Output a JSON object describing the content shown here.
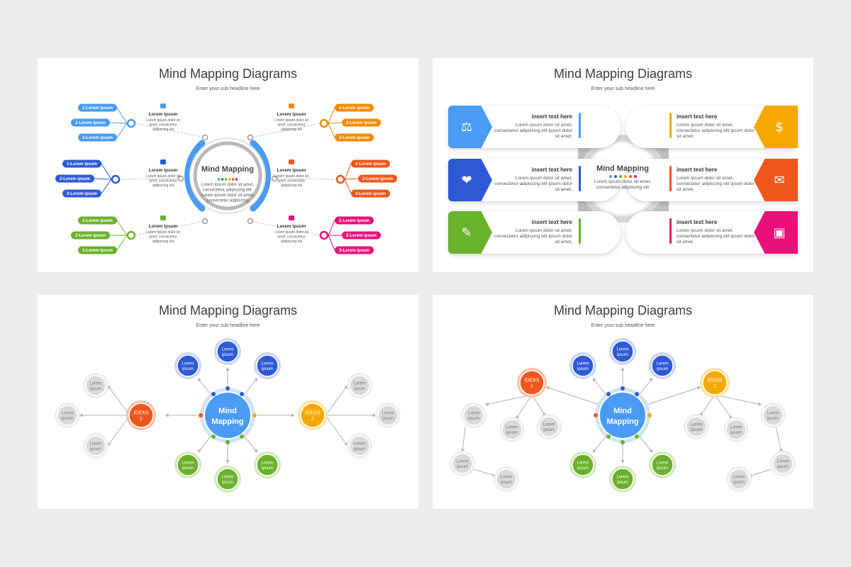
{
  "slide_title": "Mind Mapping Diagrams",
  "slide_subtitle": "Enter your sub headline here",
  "colors": {
    "blue": "#4a9bf3",
    "darkblue": "#2f5ad6",
    "green": "#6ab12c",
    "orange": "#f28c00",
    "yellow": "#f6a800",
    "red": "#f0561b",
    "pink": "#e8117c",
    "gray": "#c7c7c7"
  },
  "slide1": {
    "center_title": "Mind Mapping",
    "center_text": "Lorem ipsum dolor sit amet, consectetur adipiscing elit. Lorem ipsum dolor sit amet, consectetur adipiscing",
    "branches": [
      {
        "title": "Lorem Ipsum",
        "text": "Lorem ipsum dolor sit amet, consectetur adipiscing elit",
        "icon": "pencil-icon",
        "items": [
          "1-Lorem ipsum",
          "2-Lorem ipsum",
          "3-Lorem ipsum"
        ]
      },
      {
        "title": "Lorem Ipsum",
        "text": "Lorem ipsum dolor sit amet, consectetur adipiscing elit",
        "icon": "globe-icon",
        "items": [
          "1-Lorem ipsum",
          "2-Lorem ipsum",
          "3-Lorem ipsum"
        ]
      },
      {
        "title": "Lorem Ipsum",
        "text": "Lorem ipsum dolor sit amet, consectetur adipiscing elit",
        "icon": "leaf-icon",
        "items": [
          "1-Lorem ipsum",
          "2-Lorem ipsum",
          "3-Lorem ipsum"
        ]
      },
      {
        "title": "Lorem Ipsum",
        "text": "Lorem ipsum dolor sit amet, consectetur adipiscing elit",
        "icon": "briefcase-icon",
        "items": [
          "1-Lorem ipsum",
          "2-Lorem ipsum",
          "3-Lorem ipsum"
        ]
      },
      {
        "title": "Lorem Ipsum",
        "text": "Lorem ipsum dolor sit amet, consectetur adipiscing elit",
        "icon": "envelope-icon",
        "items": [
          "1-Lorem ipsum",
          "2-Lorem ipsum",
          "3-Lorem ipsum"
        ]
      },
      {
        "title": "Lorem Ipsum",
        "text": "Lorem ipsum dolor sit amet, consectetur adipiscing elit",
        "icon": "lightbulb-icon",
        "items": [
          "1-Lorem ipsum",
          "2-Lorem ipsum",
          "3-Lorem ipsum"
        ]
      }
    ]
  },
  "slide2": {
    "center_title": "Mind Mapping",
    "center_text": "Lorem ipsum dolor sit amet, consectetur adipiscing elit",
    "rows": [
      {
        "title": "insert text here",
        "text": "Lorem ipsum dolor sit amet, consectetur adipiscing elit ipsum dolor sit amet,",
        "icon": "handshake-cash-icon"
      },
      {
        "title": "insert text here",
        "text": "Lorem ipsum dolor sit amet, consectetur adipiscing elit ipsum dolor sit amet,",
        "icon": "lightbulb-dollar-icon"
      },
      {
        "title": "insert text here",
        "text": "Lorem ipsum dolor sit amet, consectetur adipiscing elit ipsum dolor sit amet,",
        "icon": "handshake-icon"
      },
      {
        "title": "insert text here",
        "text": "Lorem ipsum dolor sit amet, consectetur adipiscing elit ipsum dolor sit amet,",
        "icon": "envelope-icon"
      },
      {
        "title": "insert text here",
        "text": "Lorem ipsum dolor sit amet, consectetur adipiscing elit ipsum dolor sit amet,",
        "icon": "clipboard-pen-icon"
      },
      {
        "title": "insert text here",
        "text": "Lorem ipsum dolor sit amet, consectetur adipiscing elit ipsum dolor sit amet,",
        "icon": "browser-window-icon"
      }
    ]
  },
  "slide3": {
    "center_title_1": "Mind",
    "center_title_2": "Mapping",
    "satellite_label": "Lorem ipsum",
    "ideas_1": "IDEAS 1",
    "ideas_2": "IDEAS 2"
  },
  "slide4": {
    "center_title_1": "Mind",
    "center_title_2": "Mapping",
    "satellite_label": "Lorem ipsum",
    "ideas_1": "IDEAS 1",
    "ideas_2": "IDEAS 2"
  }
}
